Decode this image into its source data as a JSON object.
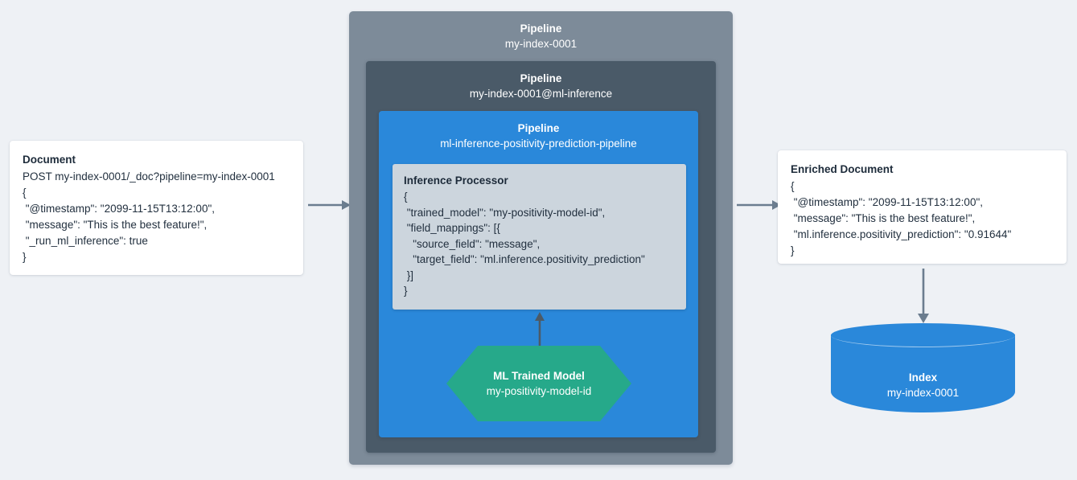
{
  "diagram": {
    "title": "Elasticsearch ML inference pipeline flow",
    "background_color": "#eef1f5",
    "colors": {
      "outer_pipeline": "#7d8b99",
      "mid_pipeline": "#4a5a68",
      "inner_pipeline": "#2a88da",
      "processor_box": "#ccd5dd",
      "ml_model": "#26a98a",
      "index_cylinder": "#2a88da",
      "arrow": "#6b7d8f",
      "card_background": "#ffffff",
      "text_dark": "#1d2b3a",
      "text_light": "#ffffff"
    }
  },
  "document_card": {
    "title": "Document",
    "lines": [
      "POST my-index-0001/_doc?pipeline=my-index-0001",
      "{",
      " \"@timestamp\": \"2099-11-15T13:12:00\",",
      " \"message\": \"This is the best feature!\",",
      " \"_run_ml_inference\": true",
      "}"
    ]
  },
  "pipeline_outer": {
    "label": "Pipeline",
    "name": "my-index-0001"
  },
  "pipeline_mid": {
    "label": "Pipeline",
    "name": "my-index-0001@ml-inference"
  },
  "pipeline_inner": {
    "label": "Pipeline",
    "name": "ml-inference-positivity-prediction-pipeline"
  },
  "inference_processor": {
    "title": "Inference Processor",
    "lines": [
      "{",
      " \"trained_model\": \"my-positivity-model-id\",",
      " \"field_mappings\": [{",
      "   \"source_field\": \"message\",",
      "   \"target_field\": \"ml.inference.positivity_prediction\"",
      " }]",
      "}"
    ]
  },
  "ml_trained_model": {
    "label": "ML Trained Model",
    "name": "my-positivity-model-id"
  },
  "enriched_document_card": {
    "title": "Enriched Document",
    "lines": [
      "{",
      " \"@timestamp\": \"2099-11-15T13:12:00\",",
      " \"message\": \"This is the best feature!\",",
      " \"ml.inference.positivity_prediction\": \"0.91644\"",
      "}"
    ]
  },
  "index": {
    "label": "Index",
    "name": "my-index-0001"
  },
  "arrows": [
    {
      "name": "document-to-pipeline",
      "direction": "right"
    },
    {
      "name": "pipeline-to-enriched-document",
      "direction": "right"
    },
    {
      "name": "model-to-processor",
      "direction": "up"
    },
    {
      "name": "enriched-document-to-index",
      "direction": "down"
    }
  ]
}
